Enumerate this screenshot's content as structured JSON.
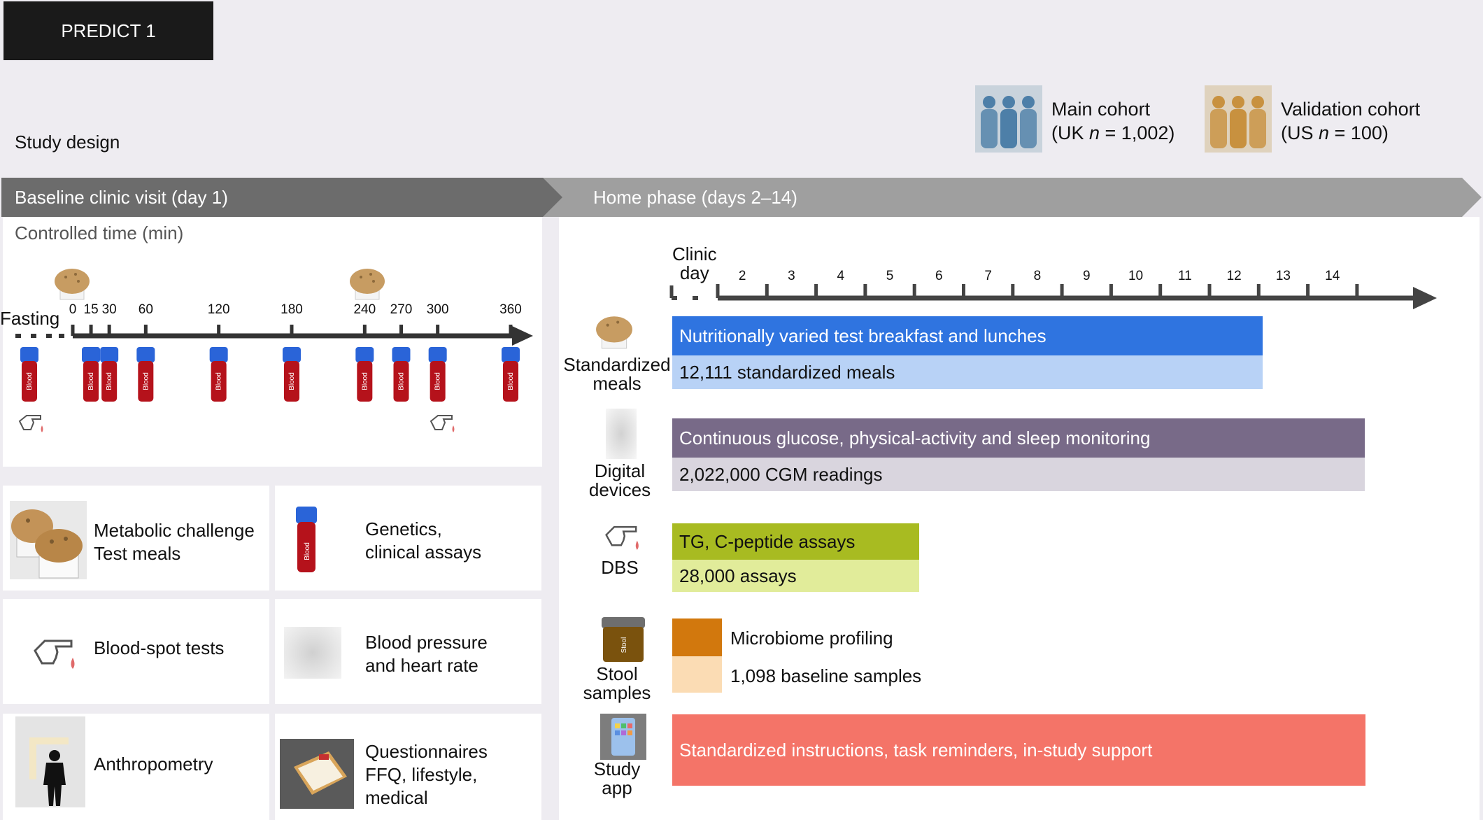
{
  "header": {
    "tab": "PREDICT 1",
    "subtitle": "Study design"
  },
  "cohorts": [
    {
      "line1": "Main cohort",
      "prefix": "(UK ",
      "n_label": "n",
      "suffix": " = 1,002)",
      "color": "#4d7fa8"
    },
    {
      "line1": "Validation cohort",
      "prefix": "(US ",
      "n_label": "n",
      "suffix": " = 100)",
      "color": "#c8913f"
    }
  ],
  "phases": {
    "baseline": "Baseline clinic visit (day 1)",
    "home": "Home phase (days 2–14)"
  },
  "baseline_timeline": {
    "title": "Controlled time (min)",
    "fasting": "Fasting",
    "ticks": [
      "0",
      "15",
      "30",
      "60",
      "120",
      "180",
      "240",
      "270",
      "300",
      "360"
    ],
    "vial_label": "Blood"
  },
  "home_timeline": {
    "clinic_day": [
      "Clinic",
      "day"
    ],
    "days": [
      "2",
      "3",
      "4",
      "5",
      "6",
      "7",
      "8",
      "9",
      "10",
      "11",
      "12",
      "13",
      "14"
    ]
  },
  "cards": {
    "metabolic": [
      "Metabolic challenge",
      "Test meals"
    ],
    "genetics": [
      "Genetics,",
      "clinical assays"
    ],
    "bloodspot": [
      "Blood-spot tests"
    ],
    "bp": [
      "Blood pressure",
      "and heart rate"
    ],
    "anthro": [
      "Anthropometry"
    ],
    "quest": [
      "Questionnaires",
      "FFQ, lifestyle,",
      "medical"
    ]
  },
  "rows": {
    "meals": {
      "label": [
        "Standardized",
        "meals"
      ],
      "top": "Nutritionally varied test breakfast and lunches",
      "bottom": "12,111 standardized meals",
      "top_color": "#2f74e0",
      "bottom_color": "#b8d2f6"
    },
    "devices": {
      "label": [
        "Digital",
        "devices"
      ],
      "top": "Continuous glucose, physical-activity and sleep monitoring",
      "bottom": "2,022,000 CGM readings",
      "top_color": "#786a88",
      "bottom_color": "#d9d5de"
    },
    "dbs": {
      "label": [
        "DBS"
      ],
      "top": "TG, C-peptide assays",
      "bottom": "28,000 assays",
      "top_color": "#a8bb21",
      "bottom_color": "#e1ec9a"
    },
    "stool": {
      "label": [
        "Stool",
        "samples"
      ],
      "vial_label": "Stool",
      "top": "Microbiome profiling",
      "bottom": "1,098 baseline samples",
      "top_color": "#d2780d",
      "bottom_color": "#fbdcb4"
    },
    "app": {
      "label": [
        "Study",
        "app"
      ],
      "top": "Standardized instructions, task reminders, in-study support",
      "top_color": "#f47468"
    }
  }
}
